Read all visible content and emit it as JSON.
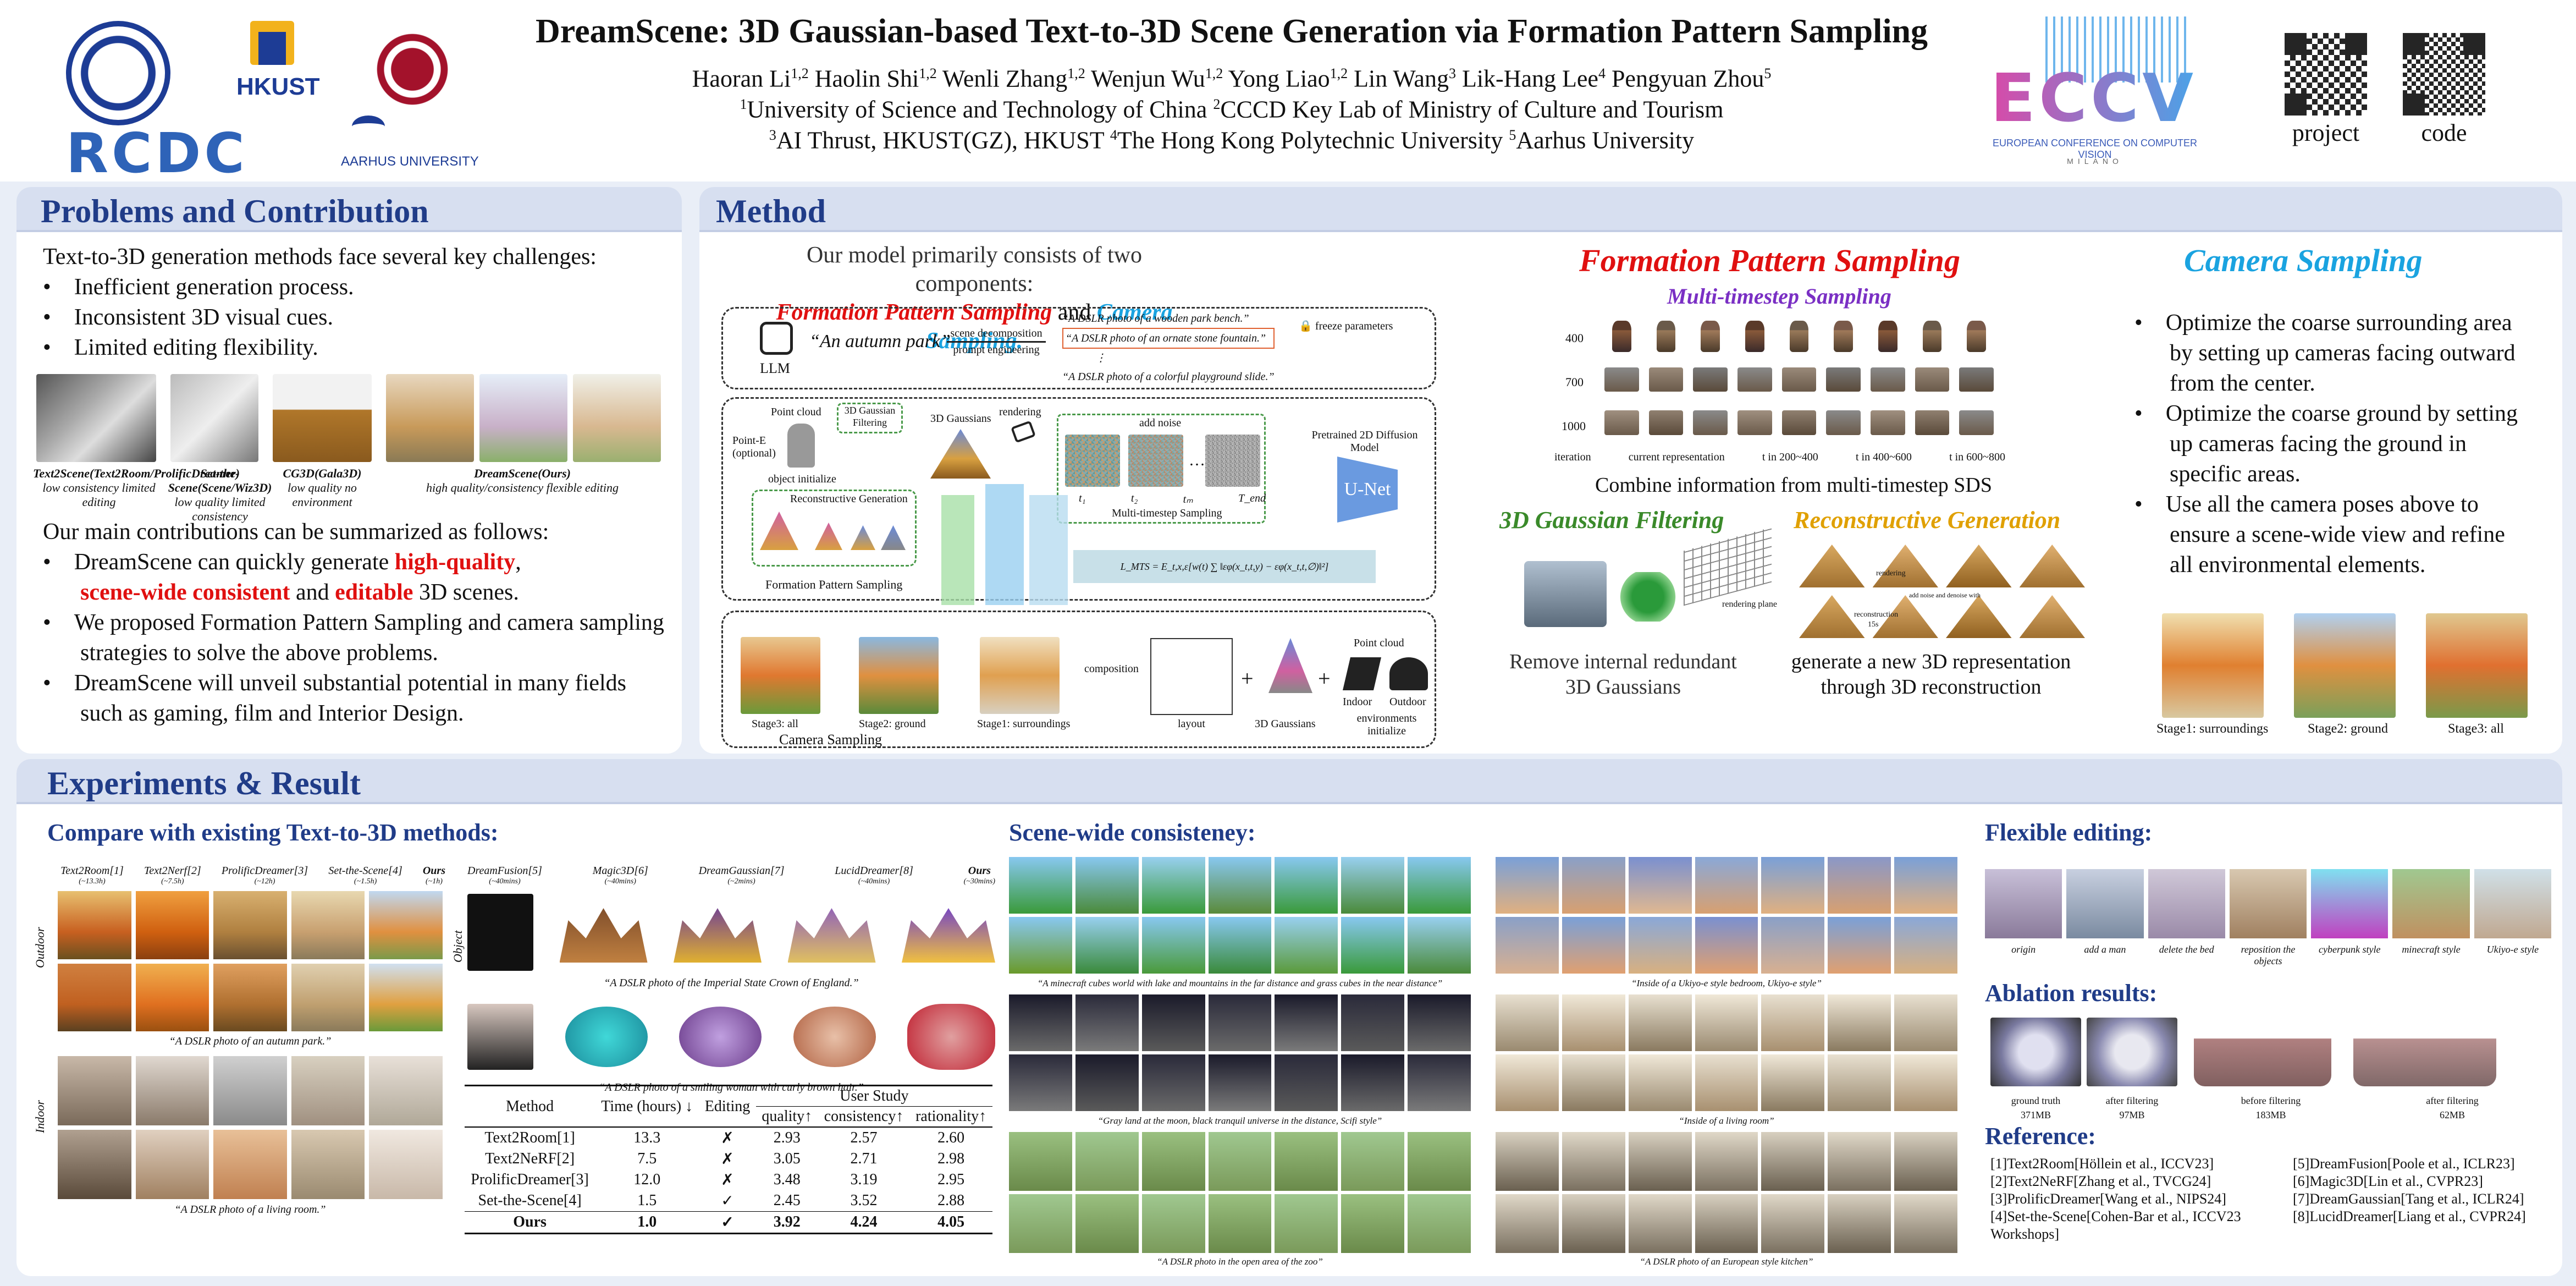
{
  "header": {
    "title": "DreamScene: 3D Gaussian-based Text-to-3D Scene Generation via Formation Pattern Sampling",
    "authors": "Haoran Li<sup>1,2</sup>  Haolin Shi<sup>1,2</sup>  Wenli Zhang<sup>1,2</sup>  Wenjun Wu<sup>1,2</sup>  Yong Liao<sup>1,2</sup>  Lin Wang<sup>3</sup>  Lik-Hang Lee<sup>4</sup>  Pengyuan Zhou<sup>5</sup>",
    "affil1": "<sup>1</sup>University of Science and Technology of China  <sup>2</sup>CCCD Key Lab of Ministry of Culture and Tourism",
    "affil2": "<sup>3</sup>AI Thrust, HKUST(GZ), HKUST  <sup>4</sup>The Hong Kong Polytechnic University  <sup>5</sup>Aarhus University",
    "logos": {
      "hkust": "HKUST",
      "rcdc": "RCDC",
      "aarhus": "AARHUS UNIVERSITY",
      "eccv": "ECCV",
      "eccv_sub": "EUROPEAN CONFERENCE ON COMPUTER VISION",
      "milano": "MILANO"
    },
    "qr_project": "project",
    "qr_code": "code"
  },
  "problems": {
    "heading": "Problems and Contribution",
    "intro": "Text-to-3D generation methods face several key challenges:",
    "challenges": [
      "Inefficient generation process.",
      "Inconsistent 3D visual cues.",
      "Limited editing flexibility."
    ],
    "captions": [
      {
        "name": "Text2Scene(Text2Room/ProlificDreamer)",
        "sub": "low consistency limited editing"
      },
      {
        "name": "Set-the-Scene(Scene/Wiz3D)",
        "sub": "low quality limited consistency"
      },
      {
        "name": "CG3D(Gala3D)",
        "sub": "low quality no environment"
      },
      {
        "name": "DreamScene(Ours)",
        "sub": "high quality/consistency flexible editing"
      }
    ],
    "contrib_intro": "Our main contributions can be summarized as follows:",
    "contrib1_a": "DreamScene can quickly generate ",
    "contrib1_b": "high-quality",
    "contrib1_c": "scene-wide consistent",
    "contrib1_d": " and ",
    "contrib1_e": "editable",
    "contrib1_f": " 3D scenes.",
    "contrib2": "We proposed Formation Pattern Sampling and camera sampling strategies to solve the above problems.",
    "contrib3": "DreamScene will unveil substantial potential in many fields such as gaming, film and Interior Design."
  },
  "method": {
    "heading": "Method",
    "overview": "Our model primarily consists of two components:",
    "fps": "Formation Pattern Sampling",
    "and": "and",
    "cs": "Camera Sampling.",
    "llm_prompt": "“An autumn park”",
    "llm": "LLM",
    "scene_decomp": "scene decomposition",
    "prompt_eng": "prompt engineering",
    "prompts": [
      "“A DSLR photo of a wooden park bench.”",
      "“A DSLR photo of an ornate stone fountain.”",
      "“A DSLR photo of a colorful playground slide.”"
    ],
    "freeze": "freeze parameters",
    "point_cloud": "Point cloud",
    "point_e": "Point-E (optional)",
    "obj_init": "object initialize",
    "gauss_filter": "3D Gaussian Filtering",
    "gaussians": "3D Gaussians",
    "rendering": "rendering",
    "add_noise": "add noise",
    "diffusion": "Pretrained 2D Diffusion Model",
    "unet": "U-Net",
    "recon_gen": "Reconstructive Generation",
    "mts": "Multi-timestep Sampling",
    "fps_label": "Formation Pattern Sampling",
    "t_labels": [
      "t₁",
      "t₂",
      "tₘ",
      "T_end"
    ],
    "loss": "L_MTS = E_t,x,ε[w(t) ∑ ‖εφ(x_t,t,y) − εφ(x_t,t,∅)‖²]",
    "stages": [
      "Stage3: all",
      "Stage2: ground",
      "Stage1: surroundings"
    ],
    "composition": "composition",
    "layout": "layout",
    "gaussians2": "3D Gaussians",
    "env_labels": [
      "Point cloud",
      "Indoor",
      "Outdoor",
      "environments initialize"
    ],
    "camera_sampling": "Camera Sampling",
    "fps_title": "Formation Pattern Sampling",
    "mts_title": "Multi-timestep Sampling",
    "mts_rows": [
      "400",
      "700",
      "1000"
    ],
    "mts_cols": [
      "iteration",
      "current representation",
      "t in 200~400",
      "t in 400~600",
      "t in 600~800"
    ],
    "combine": "Combine information from multi-timestep SDS",
    "filter_title": "3D Gaussian Filtering",
    "filter_desc": "Remove internal redundant 3D Gaussians",
    "rendering_plane": "rendering plane",
    "recon_title": "Reconstructive Generation",
    "recon_desc": "generate a new 3D representation through 3D reconstruction",
    "recon_small": [
      "rendering",
      "reconstruction",
      "15s",
      "add noise and denoise with"
    ],
    "cam_title": "Camera Sampling",
    "cam_points": [
      "Optimize the coarse surrounding area by setting up cameras facing outward from the center.",
      "Optimize the coarse ground by setting up cameras facing the ground in specific areas.",
      "Use all the camera poses above to ensure a scene-wide view and refine all environmental elements."
    ],
    "cam_stages": [
      "Stage1: surroundings",
      "Stage2: ground",
      "Stage3: all"
    ]
  },
  "experiments": {
    "heading": "Experiments & Result",
    "compare_title": "Compare with existing Text-to-3D methods:",
    "scene_methods": [
      {
        "name": "Text2Room[1]",
        "time": "(~13.3h)"
      },
      {
        "name": "Text2Nerf[2]",
        "time": "(~7.5h)"
      },
      {
        "name": "ProlificDreamer[3]",
        "time": "(~12h)"
      },
      {
        "name": "Set-the-Scene[4]",
        "time": "(~1.5h)"
      },
      {
        "name": "Ours",
        "time": "(~1h)"
      }
    ],
    "outdoor": "Outdoor",
    "indoor": "Indoor",
    "object": "Object",
    "outdoor_caption": "“A DSLR photo of an autumn park.”",
    "indoor_caption": "“A DSLR photo of a living room.”",
    "obj_methods": [
      {
        "name": "DreamFusion[5]",
        "time": "(~40mins)"
      },
      {
        "name": "Magic3D[6]",
        "time": "(~40mins)"
      },
      {
        "name": "DreamGaussian[7]",
        "time": "(~2mins)"
      },
      {
        "name": "LucidDreamer[8]",
        "time": "(~40mins)"
      },
      {
        "name": "Ours",
        "time": "(~30mins)"
      }
    ],
    "crown_caption": "“A DSLR photo of the Imperial State Crown of England.”",
    "woman_caption": "“A DSLR photo of a smiling woman with curly brown hair.”",
    "table": {
      "headers": [
        "Method",
        "Time (hours) ↓",
        "Editing",
        "User Study"
      ],
      "subheaders": [
        "quality↑",
        "consistency↑",
        "rationality↑"
      ],
      "rows": [
        [
          "Text2Room[1]",
          "13.3",
          "✗",
          "2.93",
          "2.57",
          "2.60"
        ],
        [
          "Text2NeRF[2]",
          "7.5",
          "✗",
          "3.05",
          "2.71",
          "2.98"
        ],
        [
          "ProlificDreamer[3]",
          "12.0",
          "✗",
          "3.48",
          "3.19",
          "2.95"
        ],
        [
          "Set-the-Scene[4]",
          "1.5",
          "✓",
          "2.45",
          "3.52",
          "2.88"
        ],
        [
          "Ours",
          "1.0",
          "✓",
          "3.92",
          "4.24",
          "4.05"
        ]
      ]
    },
    "consistency_title": "Scene-wide consisteney:",
    "cons_captions": [
      "“A minecraft cubes world with lake and mountains in the far distance and grass cubes in the near distance”",
      "“Inside of a Ukiyo-e style bedroom, Ukiyo-e style”",
      "“Gray land at the moon, black tranquil universe in the distance, Scifi style”",
      "“Inside of a living room”",
      "“A DSLR photo in the open area of the zoo”",
      "“A DSLR photo of an European style kitchen”"
    ],
    "editing_title": "Flexible editing:",
    "edit_labels": [
      "origin",
      "add a man",
      "delete the bed",
      "reposition the objects",
      "cyberpunk style",
      "minecraft style",
      "Ukiyo-e style"
    ],
    "ablation_title": "Ablation results:",
    "ablation_labels": [
      {
        "a": "ground truth",
        "b": "371MB"
      },
      {
        "a": "after filtering",
        "b": "97MB"
      },
      {
        "a": "before filtering",
        "b": "183MB"
      },
      {
        "a": "after filtering",
        "b": "62MB"
      }
    ],
    "reference_title": "Reference:",
    "refs_left": [
      "[1]Text2Room[Höllein et al., ICCV23]",
      "[2]Text2NeRF[Zhang et al., TVCG24]",
      "[3]ProlificDreamer[Wang et al., NIPS24]",
      "[4]Set-the-Scene[Cohen-Bar et al., ICCV23 Workshops]"
    ],
    "refs_right": [
      "[5]DreamFusion[Poole et al., ICLR23]",
      "[6]Magic3D[Lin et al., CVPR23]",
      "[7]DreamGaussian[Tang et al., ICLR24]",
      "[8]LucidDreamer[Liang et al., CVPR24]"
    ]
  },
  "colors": {
    "bg": "#e9eef7",
    "head": "#d7dff0",
    "title": "#203c88",
    "red": "#e01010",
    "cyan": "#1aa3e0",
    "purple": "#7a2fc4",
    "green": "#3a8a2a",
    "gold": "#e0a000"
  }
}
